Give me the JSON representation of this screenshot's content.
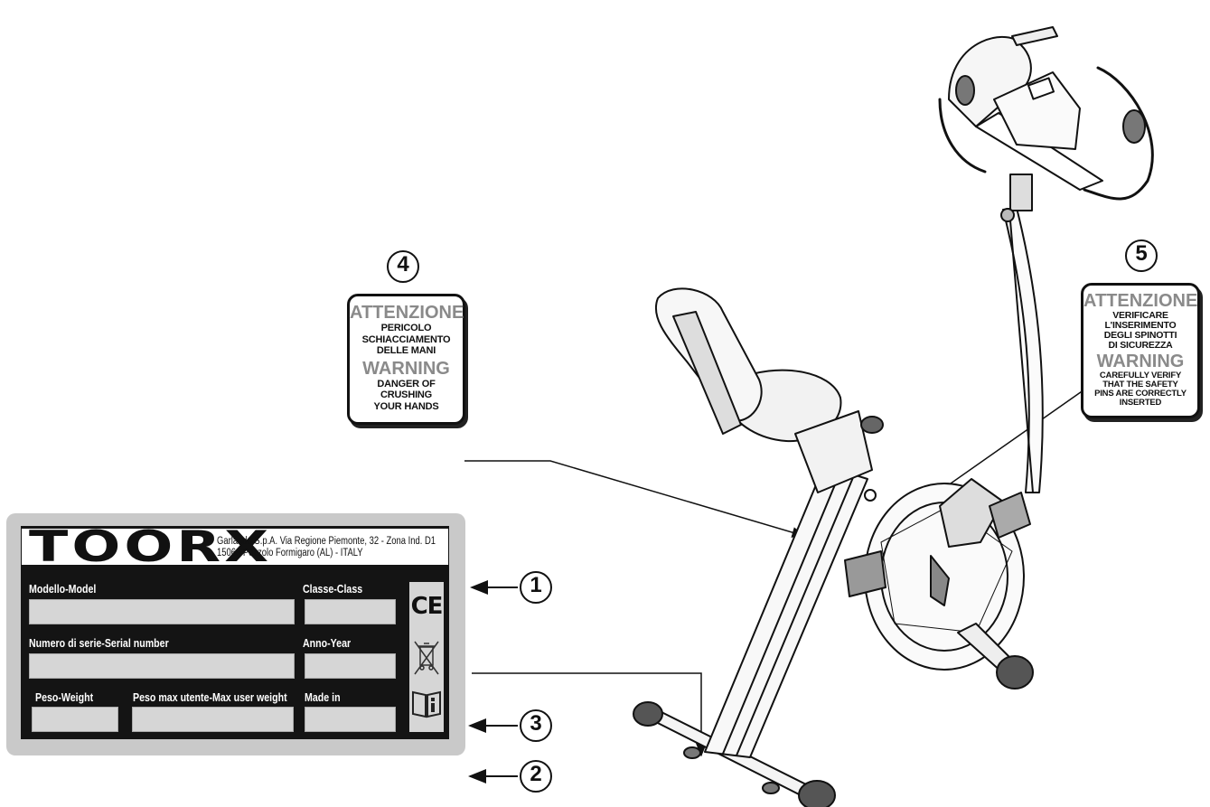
{
  "callouts": [
    "1",
    "2",
    "3",
    "4",
    "5"
  ],
  "warning_label_4": {
    "head_it": "ATTENZIONE",
    "lines_it": [
      "PERICOLO",
      "SCHIACCIAMENTO",
      "DELLE MANI"
    ],
    "head_en": "WARNING",
    "lines_en": [
      "DANGER OF",
      "CRUSHING",
      "YOUR HANDS"
    ]
  },
  "warning_label_5": {
    "head_it": "ATTENZIONE",
    "lines_it": [
      "VERIFICARE",
      "L'INSERIMENTO",
      "DEGLI SPINOTTI",
      "DI SICUREZZA"
    ],
    "head_en": "WARNING",
    "lines_en": [
      "CAREFULLY VERIFY",
      "THAT THE SAFETY",
      "PINS ARE CORRECTLY",
      "INSERTED"
    ]
  },
  "rating_plate": {
    "brand": "TOORX",
    "address_line1": "Garlando S.p.A. Via Regione Piemonte, 32 - Zona Ind. D1",
    "address_line2": "15068 Pozzolo Formigaro (AL) - ITALY",
    "model_label": "Modello-Model",
    "class_label": "Classe-Class",
    "serial_label": "Numero di serie-Serial number",
    "year_label": "Anno-Year",
    "weight_label": "Peso-Weight",
    "max_weight_label": "Peso max utente-Max user weight",
    "made_in_label": "Made in",
    "ce_mark": "CE",
    "icons": [
      "ce-mark-icon",
      "weee-crossed-bin-icon",
      "read-manual-icon"
    ]
  }
}
